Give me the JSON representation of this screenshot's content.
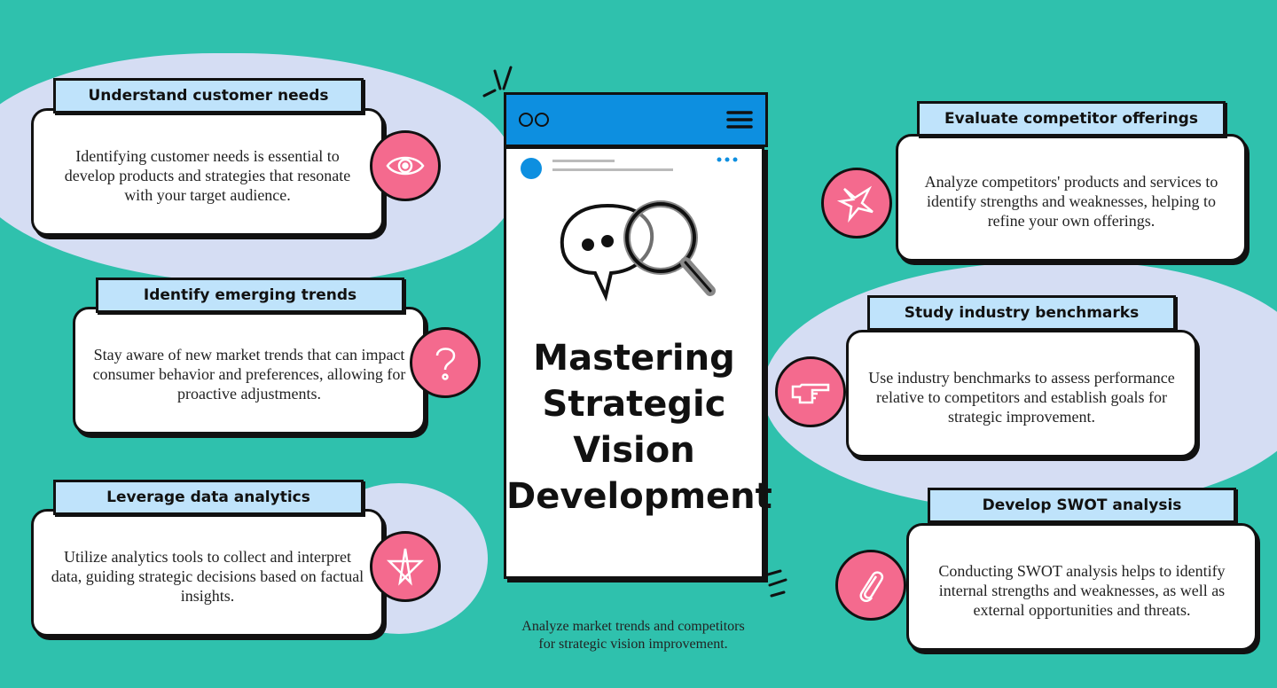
{
  "title": "Mastering Strategic Vision Development",
  "caption": "Analyze market trends and competitors for strategic vision improvement.",
  "cards": [
    {
      "heading": "Understand customer needs",
      "text": "Identifying customer needs is essential to develop products and strategies that resonate with your target audience.",
      "icon": "eye-icon"
    },
    {
      "heading": "Identify emerging trends",
      "text": "Stay aware of new market trends that can impact consumer behavior and preferences, allowing for proactive adjustments.",
      "icon": "question-mark-icon"
    },
    {
      "heading": "Leverage data analytics",
      "text": "Utilize analytics tools to collect and interpret data, guiding strategic decisions based on factual insights.",
      "icon": "star-icon"
    },
    {
      "heading": "Evaluate competitor offerings",
      "text": "Analyze competitors' products and services to identify strengths and weaknesses, helping to refine your own offerings.",
      "icon": "spark-icon"
    },
    {
      "heading": "Study industry benchmarks",
      "text": "Use industry benchmarks to assess performance relative to competitors and establish goals for strategic improvement.",
      "icon": "pointing-hand-icon"
    },
    {
      "heading": "Develop SWOT analysis",
      "text": "Conducting SWOT analysis helps to identify internal strengths and weaknesses, as well as external opportunities and threats.",
      "icon": "paperclip-icon"
    }
  ],
  "colors": {
    "background": "#2fc1ad",
    "blob": "#d5ddf3",
    "tag": "#bfe3fb",
    "badge": "#f46a8e",
    "phone_bar": "#0d8fe0"
  }
}
